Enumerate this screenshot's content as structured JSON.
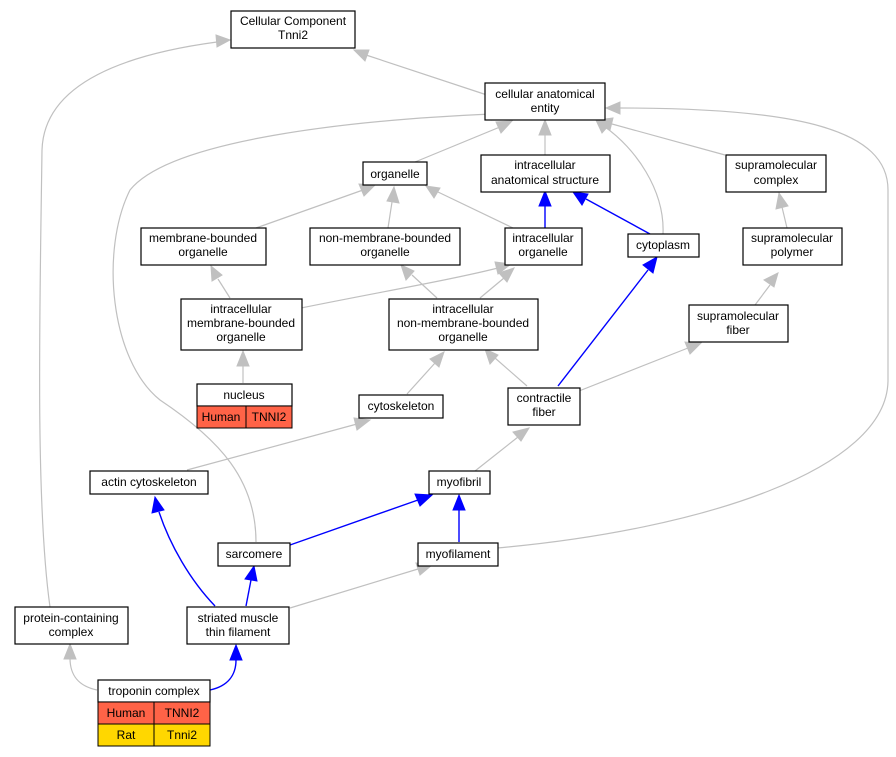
{
  "colors": {
    "is_a": "#c0c0c0",
    "part_of": "#0000ff",
    "human": "#ff6347",
    "rat": "#ffd700"
  },
  "nodes": {
    "root": [
      "Cellular Component",
      "Tnni2"
    ],
    "cae": [
      "cellular anatomical",
      "entity"
    ],
    "organelle": [
      "organelle"
    ],
    "ias": [
      "intracellular",
      "anatomical structure"
    ],
    "smcomplex": [
      "supramolecular",
      "complex"
    ],
    "mbo": [
      "membrane-bounded",
      "organelle"
    ],
    "nmbo": [
      "non-membrane-bounded",
      "organelle"
    ],
    "io": [
      "intracellular",
      "organelle"
    ],
    "cytoplasm": [
      "cytoplasm"
    ],
    "smpolymer": [
      "supramolecular",
      "polymer"
    ],
    "imbo": [
      "intracellular",
      "membrane-bounded",
      "organelle"
    ],
    "inmbo": [
      "intracellular",
      "non-membrane-bounded",
      "organelle"
    ],
    "smfiber": [
      "supramolecular",
      "fiber"
    ],
    "nucleus": [
      "nucleus"
    ],
    "cytoskeleton": [
      "cytoskeleton"
    ],
    "cfiber": [
      "contractile",
      "fiber"
    ],
    "actin": [
      "actin cytoskeleton"
    ],
    "myofibril": [
      "myofibril"
    ],
    "sarcomere": [
      "sarcomere"
    ],
    "myofilament": [
      "myofilament"
    ],
    "pcc": [
      "protein-containing",
      "complex"
    ],
    "smtf": [
      "striated muscle",
      "thin filament"
    ],
    "troponin": [
      "troponin complex"
    ]
  },
  "annotations": {
    "nucleus": [
      {
        "species": "Human",
        "gene": "TNNI2",
        "color": "#ff6347"
      }
    ],
    "troponin": [
      {
        "species": "Human",
        "gene": "TNNI2",
        "color": "#ff6347"
      },
      {
        "species": "Rat",
        "gene": "Tnni2",
        "color": "#ffd700"
      }
    ]
  }
}
